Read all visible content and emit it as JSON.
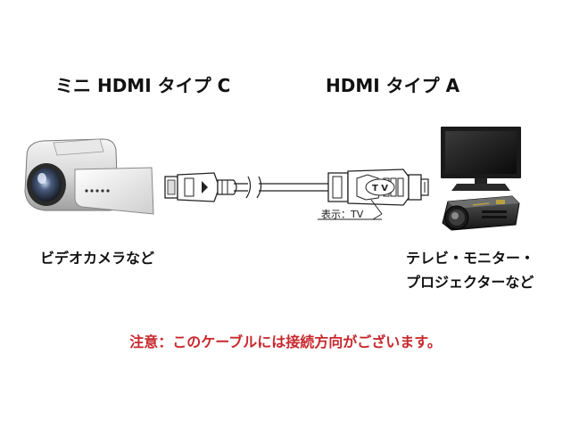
{
  "labels": {
    "connector_c": "ミニ HDMI タイプ C",
    "connector_a": "HDMI タイプ A",
    "source_devices": "ビデオカメラなど",
    "target_devices_line1": "テレビ・モニター・",
    "target_devices_line2": "プロジェクターなど"
  },
  "cable": {
    "tv_mark": "T V",
    "tv_callout": "表示：TV"
  },
  "warning": {
    "text": "注意：このケーブルには接続方向がございます。",
    "color": "#c8282d"
  },
  "icons": [
    "video-camera-icon",
    "tv-monitor-icon",
    "projector-icon"
  ]
}
